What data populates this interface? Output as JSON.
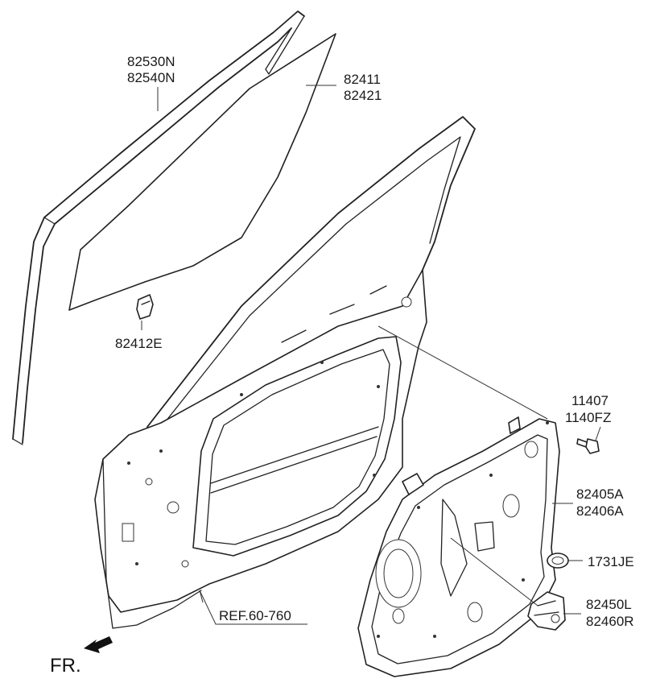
{
  "parts": {
    "weatherstrip": [
      "82530N",
      "82540N"
    ],
    "glass": [
      "82411",
      "82421"
    ],
    "glass_clip": "82412E",
    "bolt": [
      "11407",
      "1140FZ"
    ],
    "module_panel": [
      "82405A",
      "82406A"
    ],
    "plug": "1731JE",
    "actuator": [
      "82450L",
      "82460R"
    ],
    "reference": "REF.60-760"
  },
  "front_indicator": "FR."
}
